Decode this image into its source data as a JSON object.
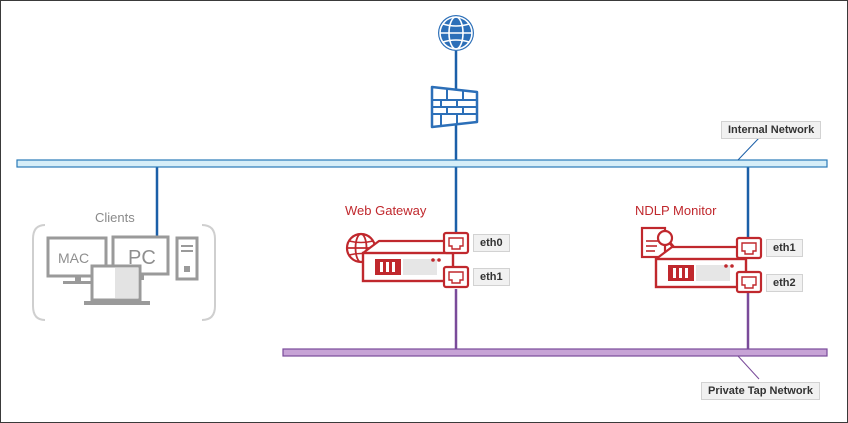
{
  "networks": {
    "internal": "Internal Network",
    "private_tap": "Private Tap Network"
  },
  "clients": {
    "title": "Clients",
    "mac": "MAC",
    "pc": "PC"
  },
  "web_gateway": {
    "title": "Web Gateway",
    "ports": [
      "eth0",
      "eth1"
    ]
  },
  "ndlp_monitor": {
    "title": "NDLP Monitor",
    "ports": [
      "eth1",
      "eth2"
    ]
  },
  "colors": {
    "internal_network": "#d6eef8",
    "internal_line": "#1b5fa8",
    "private_network": "#c7a3d6",
    "private_line": "#7a4b9a",
    "device_red": "#c0282d",
    "client_grey": "#9a9a9a"
  }
}
